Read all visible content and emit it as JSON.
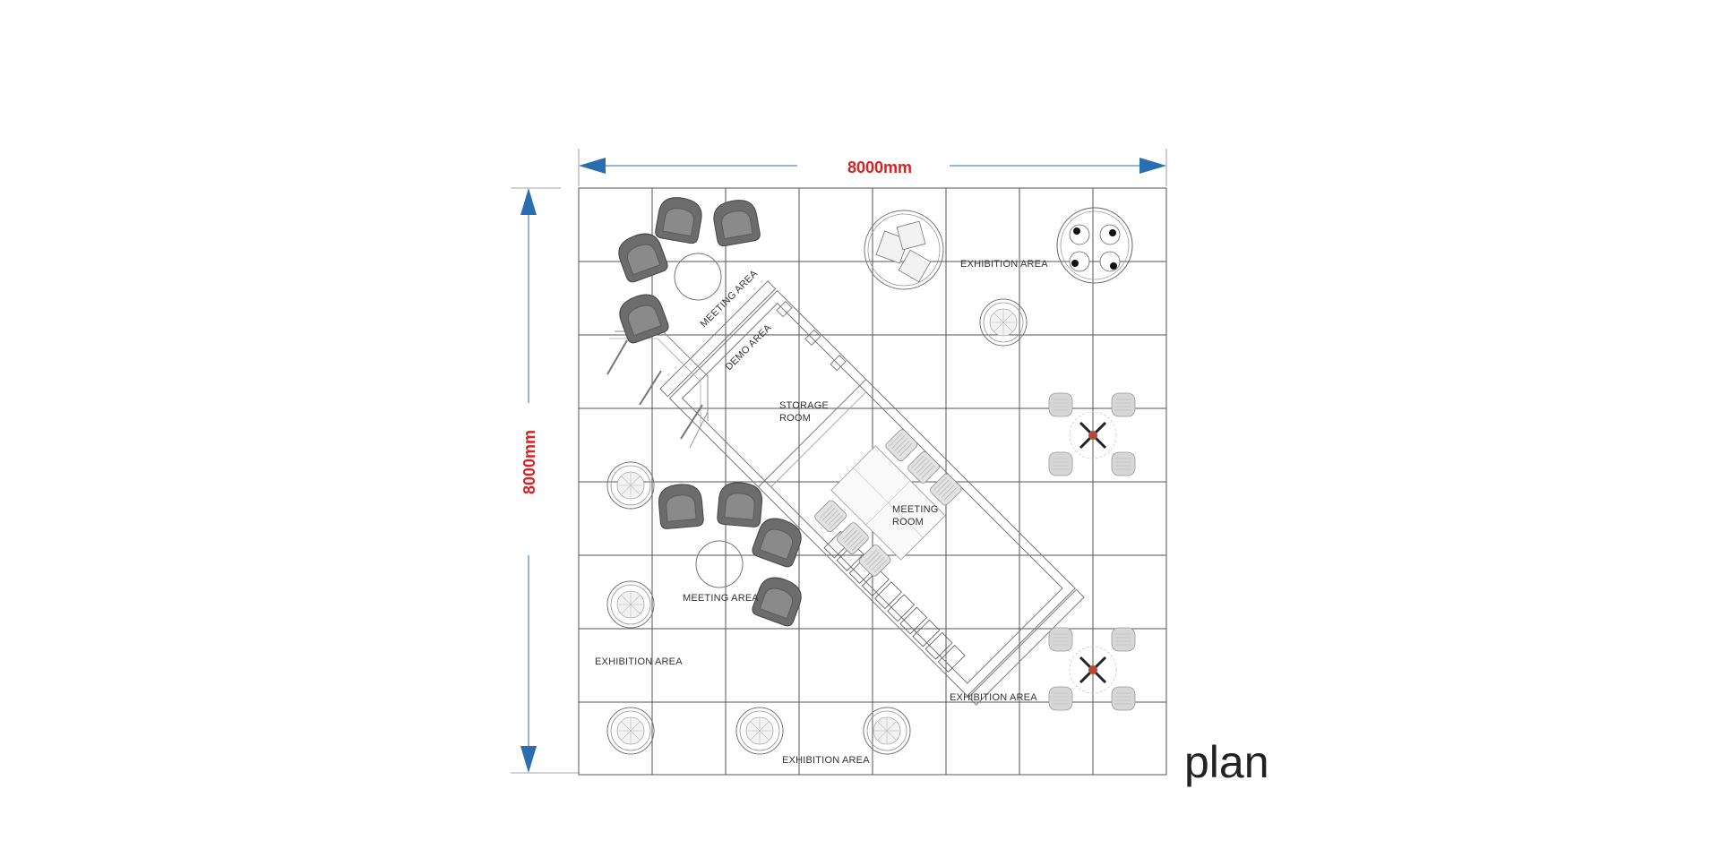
{
  "dimensions": {
    "width_label": "8000mm",
    "height_label": "8000mm"
  },
  "labels": {
    "meeting_area_top": "MEETING AREA",
    "demo_area": "DEMO AREA",
    "storage_room_1": "STORAGE",
    "storage_room_2": "ROOM",
    "exhibition_top_right": "EXHIBITION AREA",
    "meeting_room_1": "MEETING",
    "meeting_room_2": "ROOM",
    "meeting_area_bottom": "MEETING AREA",
    "exhibition_left": "EXHIBITION AREA",
    "exhibition_bottom_right": "EXHIBITION AREA",
    "exhibition_bottom": "EXHIBITION AREA"
  },
  "title": "plan",
  "colors": {
    "dimension_text": "#e02020",
    "arrow": "#2a6db0",
    "grid": "#555555"
  }
}
